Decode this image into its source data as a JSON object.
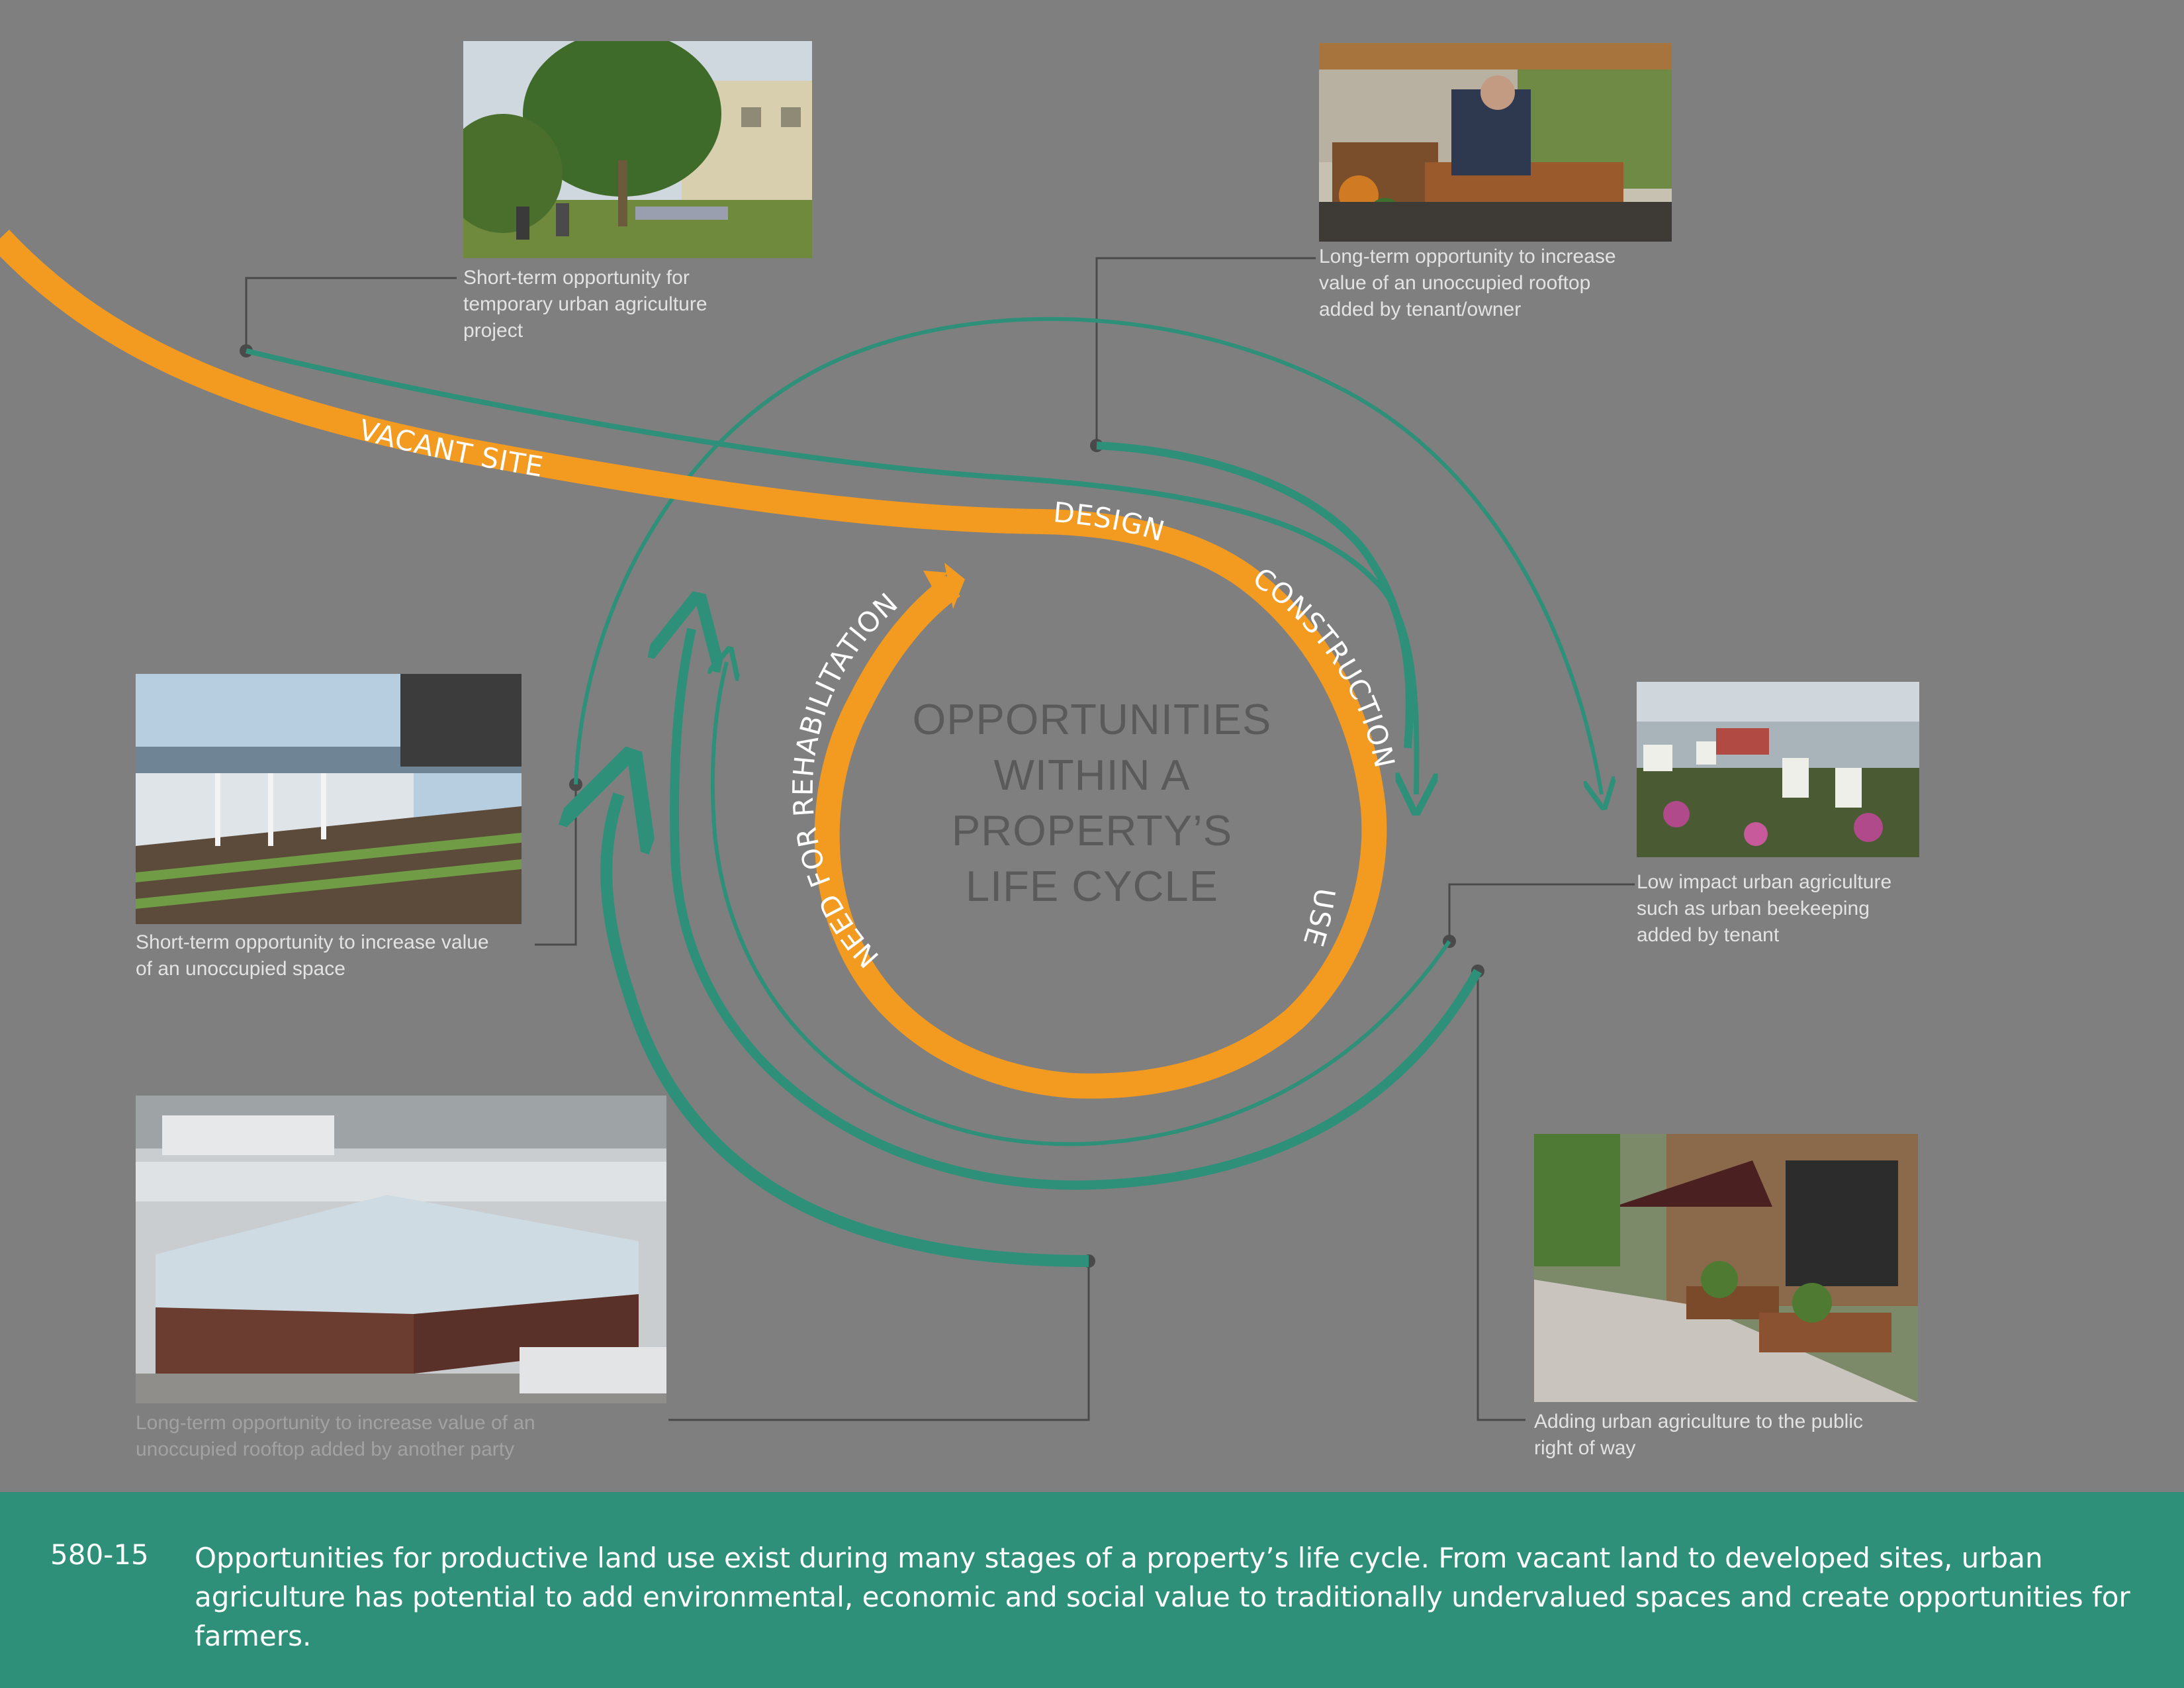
{
  "center_title": [
    "OPPORTUNITIES",
    "WITHIN A",
    "PROPERTY’S",
    "LIFE CYCLE"
  ],
  "stages": {
    "vacant_site": "VACANT SITE",
    "design": "DESIGN",
    "construction": "CONSTRUCTION",
    "use": "USE",
    "rehab": "NEED FOR REHABILITATION"
  },
  "captions": {
    "temp_project": [
      "Short-term opportunity for",
      "temporary urban agriculture",
      "project"
    ],
    "rooftop_tenant": [
      "Long-term opportunity to increase",
      "value of an unoccupied rooftop",
      "added by tenant/owner"
    ],
    "unoccupied_space": [
      "Short-term opportunity to increase value",
      "of an unoccupied space"
    ],
    "beekeeping": [
      "Low impact urban agriculture",
      "such as urban beekeeping",
      "added by tenant"
    ],
    "rooftop_party": [
      "Long-term opportunity to increase value of an",
      "unoccupied rooftop added by another party"
    ],
    "public_row": [
      "Adding urban agriculture to the public",
      "right of way"
    ]
  },
  "footer": {
    "figure_number": "580-15",
    "text": "Opportunities for productive land use exist during many stages of a property’s life cycle. From vacant land to developed sites, urban agriculture has potential to add environmental, economic and social value to traditionally undervalued spaces and create opportunities for farmers."
  },
  "colors": {
    "background": "#7f7f7f",
    "orange": "#f39a20",
    "teal": "#2f907a",
    "connector": "#4a4a4a"
  }
}
